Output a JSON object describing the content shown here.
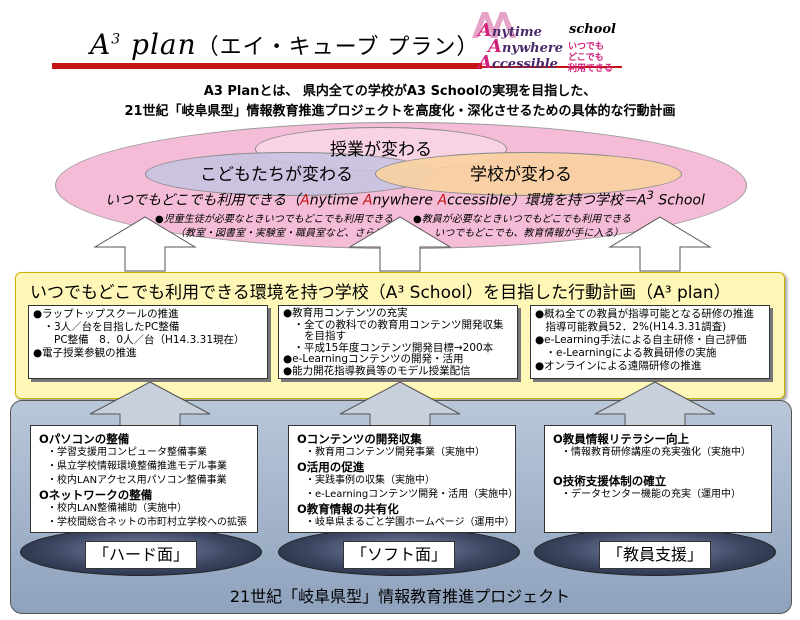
{
  "header": {
    "title_a": "A",
    "title_sup": "3",
    "title_plan": " plan",
    "title_reading": "（エイ・キューブ プラン）",
    "logo": {
      "line1_cap": "A",
      "line1_rest": "nytime",
      "line2_cap": "A",
      "line2_rest": "nywhere",
      "line3_cap": "A",
      "line3_rest": "ccessible",
      "school": "school",
      "jp1": "いつでも",
      "jp2": "どこでも",
      "jp3": "利用できる"
    }
  },
  "intro": {
    "line1": "A3 Planとは、 県内全ての学校がA3 Schoolの実現を目指した、",
    "line2": "21世紀「岐阜県型」情報教育推進プロジェクトを高度化・深化させるための具体的な行動計画"
  },
  "vision": {
    "top": "授業が変わる",
    "left": "こどもたちが変わる",
    "right": "学校が変わる",
    "school_line_a": "いつでもどこでも利用できる（",
    "school_line_A1": "A",
    "school_line_w1": "nytime ",
    "school_line_A2": "A",
    "school_line_w2": "nywhere ",
    "school_line_A3": "A",
    "school_line_w3": "ccessible）環境を持つ学校＝A",
    "school_line_sup": "3",
    "school_line_end": " School",
    "bullet1": "●児童生徒が必要なときいつでもどこでも利用できる　　●教員が必要なときいつでもどこでも利用できる",
    "bullet2": "（教室・図書室・実験室・職員室など、さらに家庭でも、いつでもどこでも、教育情報が手に入る）"
  },
  "plan": {
    "title": "いつでもどこでも利用できる環境を持つ学校（A³ School）を目指した行動計画（A³ plan）",
    "cards": [
      [
        "●ラップトップスクールの推進",
        "　・3人／台を目指したPC整備",
        "　　PC整備　8．0人／台（H14.3.31現在）",
        "●電子授業参観の推進"
      ],
      [
        "●教育用コンテンツの充実",
        "　・全ての教科での教育用コンテンツ開発収集",
        "　　を目指す",
        "　・平成15年度コンテンツ開発目標→200本",
        "●e-Learningコンテンツの開発・活用",
        "●能力開花指導教員等のモデル授業配信"
      ],
      [
        "●概ね全ての教員が指導可能となる研修の推進",
        "　指導可能教員52．2%(H14.3.31調査)",
        "●e-Learning手法による自主研修・自己評価",
        "　・e-Learningによる教員研修の実施",
        "●オンラインによる遠隔研修の推進"
      ]
    ]
  },
  "base": {
    "title": "21世紀「岐阜県型」情報教育推進プロジェクト",
    "columns": [
      {
        "label": "「ハード面」",
        "lines": [
          {
            "t": "hd",
            "v": "Oパソコンの整備"
          },
          {
            "t": "it",
            "v": "・学習支援用コンピュータ整備事業"
          },
          {
            "t": "it",
            "v": "・県立学校情報環境整備推進モデル事業"
          },
          {
            "t": "it",
            "v": "・校内LANアクセス用パソコン整備事業"
          },
          {
            "t": "hd",
            "v": "Oネットワークの整備"
          },
          {
            "t": "it",
            "v": "・校内LAN整備補助（実施中）"
          },
          {
            "t": "it",
            "v": "・学校間総合ネットの市町村立学校への拡張"
          }
        ]
      },
      {
        "label": "「ソフト面」",
        "lines": [
          {
            "t": "hd",
            "v": "Oコンテンツの開発収集"
          },
          {
            "t": "it",
            "v": "・教育用コンテンツ開発事業（実施中）"
          },
          {
            "t": "hd",
            "v": "O活用の促進"
          },
          {
            "t": "it",
            "v": "・実践事例の収集（実施中）"
          },
          {
            "t": "it",
            "v": "・e-Learningコンテンツ開発・活用（実施中）"
          },
          {
            "t": "hd",
            "v": "O教育情報の共有化"
          },
          {
            "t": "it",
            "v": "・岐阜県まるごと学園ホームページ（運用中）"
          }
        ]
      },
      {
        "label": "「教員支援」",
        "lines": [
          {
            "t": "hd",
            "v": "O教員情報リテラシー向上"
          },
          {
            "t": "it",
            "v": "・情報教育研修講座の充実強化（実施中）"
          },
          {
            "t": "gap",
            "v": ""
          },
          {
            "t": "hd",
            "v": "O技術支援体制の確立"
          },
          {
            "t": "it",
            "v": "・データセンター機能の充実（運用中）"
          }
        ]
      }
    ]
  },
  "colors": {
    "accent_red": "#c41414",
    "pink": "#f5bcd8",
    "plan_yellow": "#fff7b8",
    "base_blue": "#9fb0c8"
  }
}
